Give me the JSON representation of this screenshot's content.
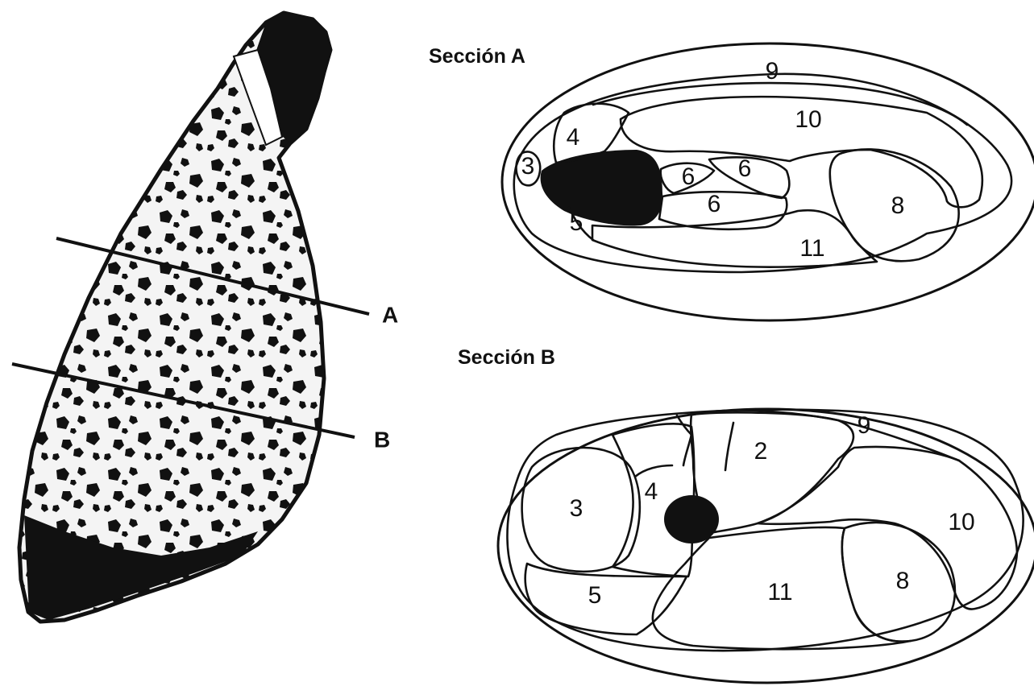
{
  "section_a": {
    "title": "Sección A",
    "labels": [
      "9",
      "10",
      "4",
      "3",
      "6",
      "6",
      "6",
      "8",
      "5",
      "11"
    ]
  },
  "section_b": {
    "title": "Sección B",
    "labels": [
      "9",
      "2",
      "4",
      "3",
      "10",
      "8",
      "11",
      "5"
    ]
  },
  "cut_lines": {
    "a": "A",
    "b": "B"
  },
  "colors": {
    "ink": "#111111",
    "background": "#ffffff"
  }
}
